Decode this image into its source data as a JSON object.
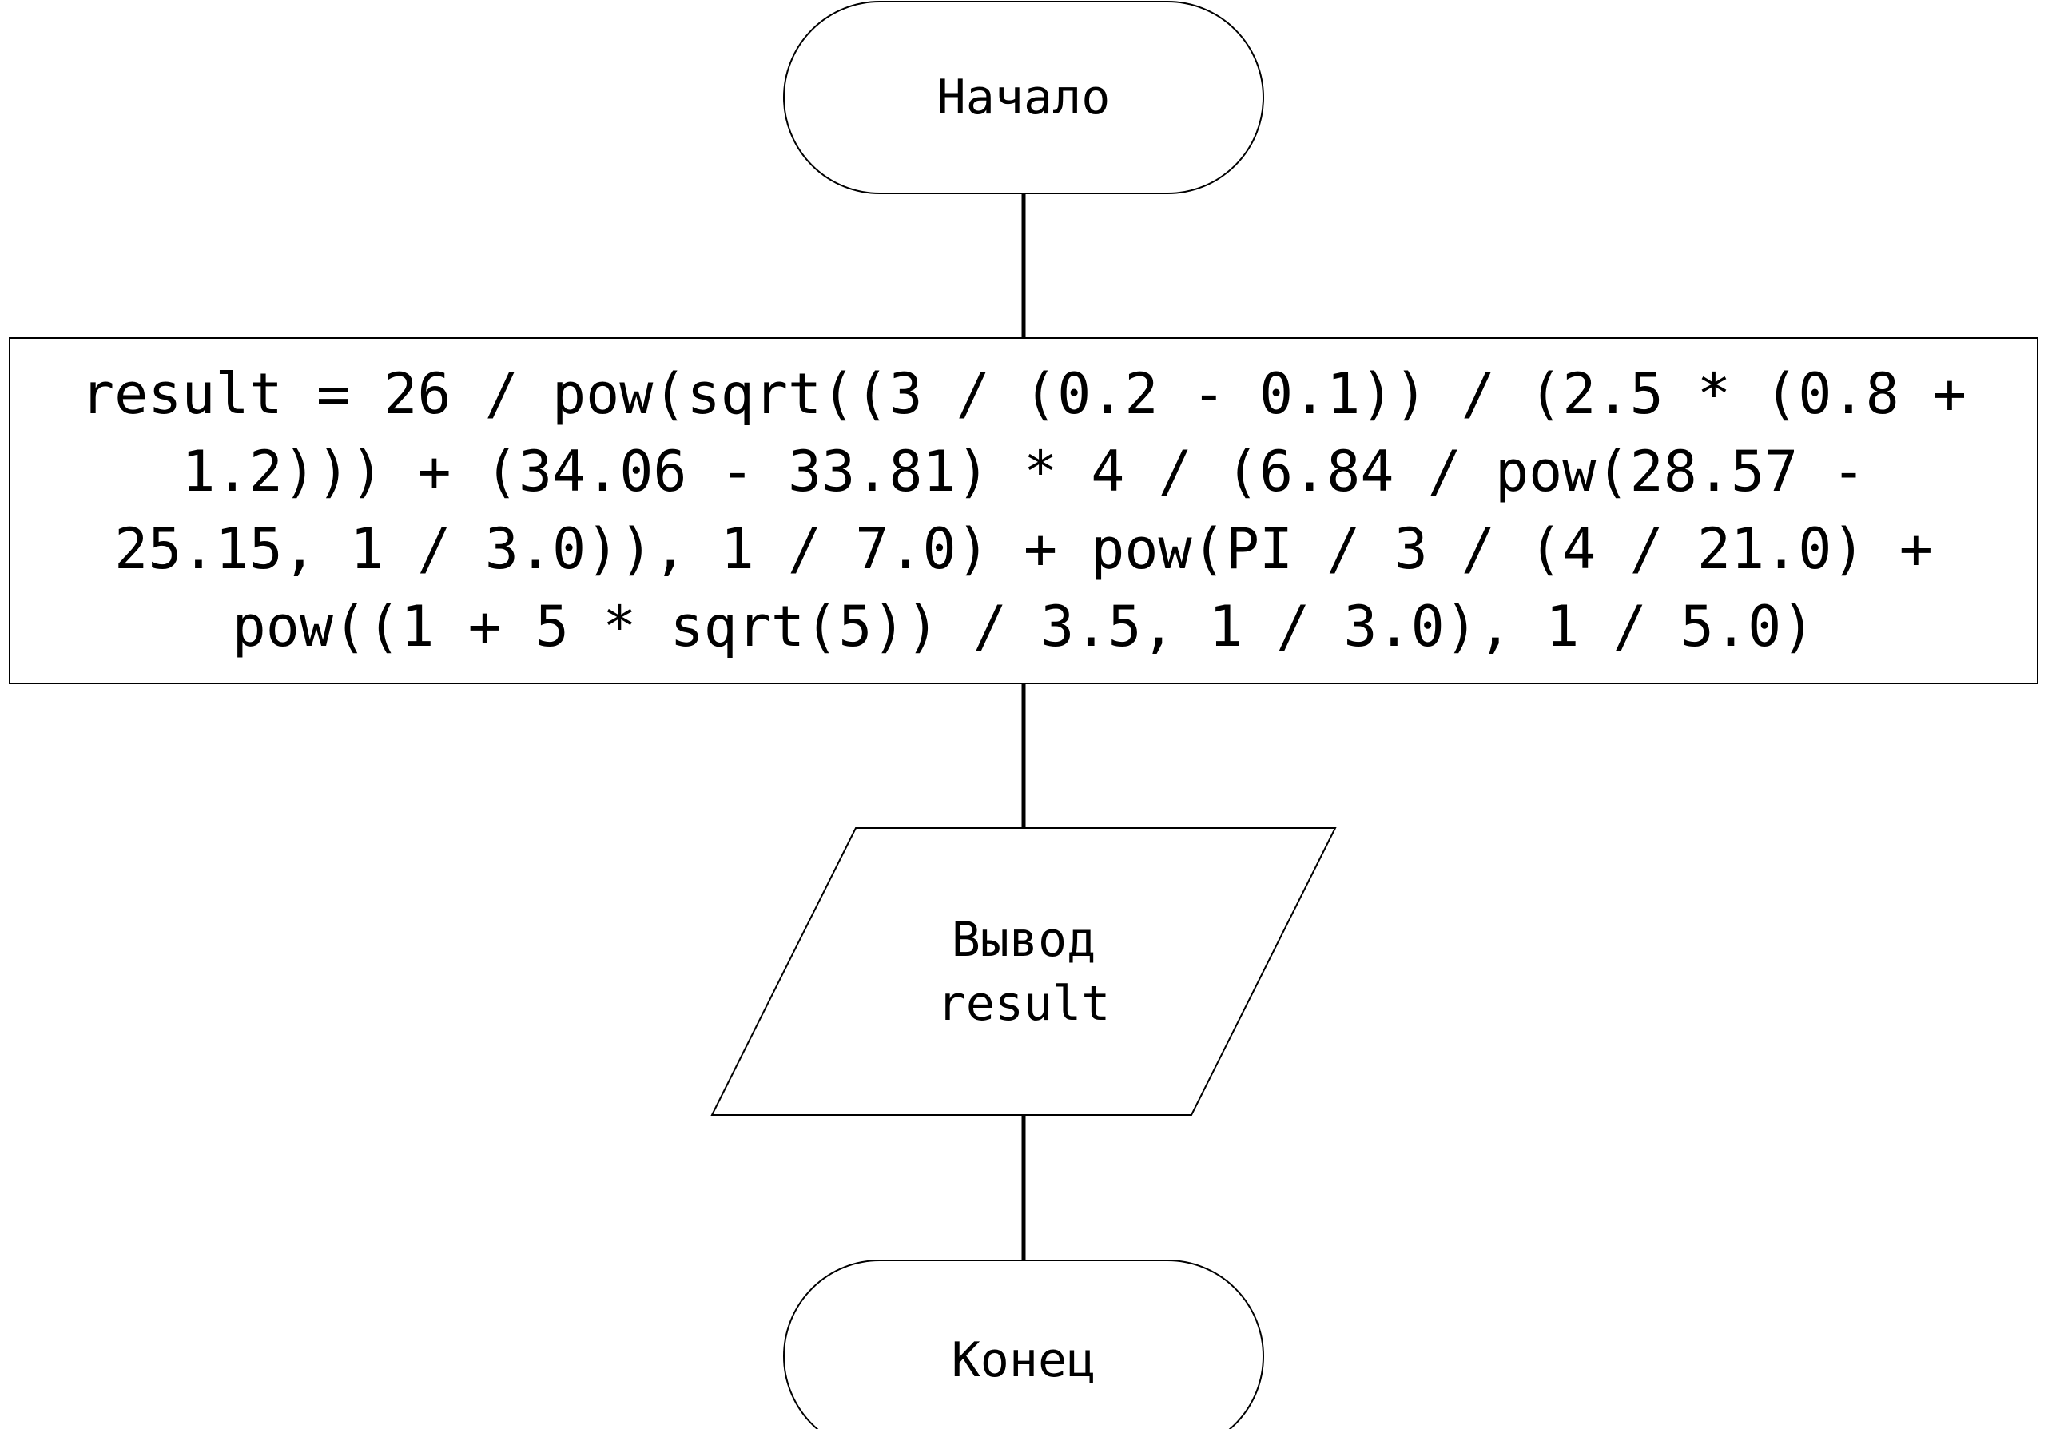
{
  "diagram": {
    "start": {
      "label": "Начало"
    },
    "process": {
      "label": "result = 26 / pow(sqrt((3 / (0.2 - 0.1)) / (2.5 * (0.8 + 1.2))) + (34.06 - 33.81) * 4 / (6.84 / pow(28.57 - 25.15, 1 / 3.0)), 1 / 7.0) + pow(PI / 3 / (4 / 21.0) + pow((1 + 5 * sqrt(5)) / 3.5, 1 / 3.0), 1 / 5.0)",
      "lines": [
        "result = 26 / pow(sqrt((3 / (0.2 - 0.1)) / (2.5 * (0.8 +",
        "1.2))) + (34.06 - 33.81) * 4 / (6.84 / pow(28.57 -",
        "25.15, 1 / 3.0)), 1 / 7.0) + pow(PI / 3 / (4 / 21.0) +",
        "pow((1 + 5 * sqrt(5)) / 3.5, 1 / 3.0), 1 / 5.0)"
      ]
    },
    "output": {
      "lines": [
        "Вывод",
        "result"
      ]
    },
    "end": {
      "label": "Конец"
    }
  }
}
